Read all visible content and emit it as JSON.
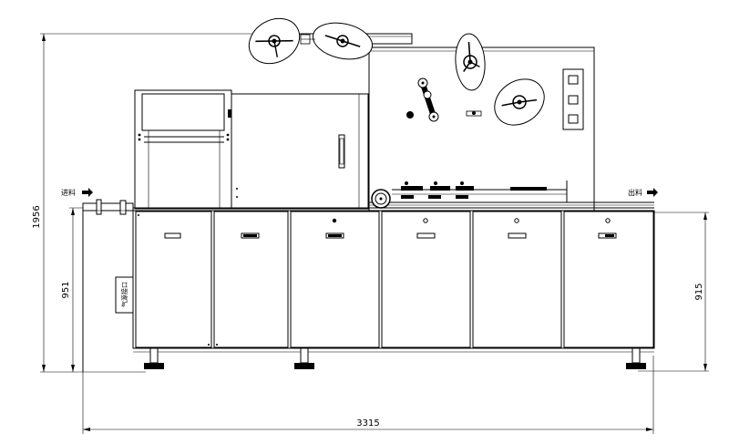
{
  "dimensions": {
    "total_height": "1956",
    "left_height": "951",
    "right_height": "915",
    "total_width": "3315"
  },
  "labels": {
    "infeed": "进料",
    "outfeed": "出料",
    "air_inlet": "气源接口"
  },
  "colors": {
    "line": "#000000",
    "background": "#ffffff"
  }
}
